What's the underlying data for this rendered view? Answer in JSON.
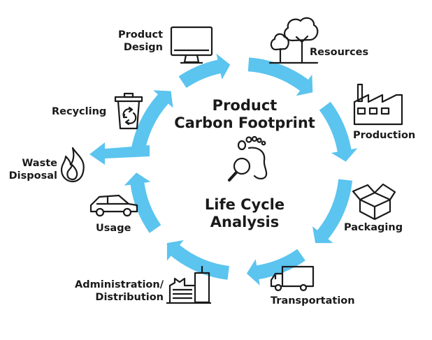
{
  "center": {
    "title_line1": "Product",
    "title_line2": "Carbon Footprint",
    "subtitle_line1": "Life Cycle",
    "subtitle_line2": "Analysis"
  },
  "stages": {
    "product_design": {
      "line1": "Product",
      "line2": "Design",
      "icon": "monitor-icon"
    },
    "resources": {
      "label": "Resources",
      "icon": "trees-icon"
    },
    "production": {
      "label": "Production",
      "icon": "factory-icon"
    },
    "packaging": {
      "label": "Packaging",
      "icon": "box-icon"
    },
    "transportation": {
      "label": "Transportation",
      "icon": "truck-icon"
    },
    "distribution": {
      "line1": "Administration/",
      "line2": "Distribution",
      "icon": "buildings-icon"
    },
    "usage": {
      "label": "Usage",
      "icon": "car-icon"
    },
    "waste": {
      "line1": "Waste",
      "line2": "Disposal",
      "icon": "flame-icon"
    },
    "recycling": {
      "label": "Recycling",
      "icon": "recycle-bin-icon"
    }
  },
  "colors": {
    "arrow": "#5bc4ef",
    "ink": "#1a1a1a"
  }
}
